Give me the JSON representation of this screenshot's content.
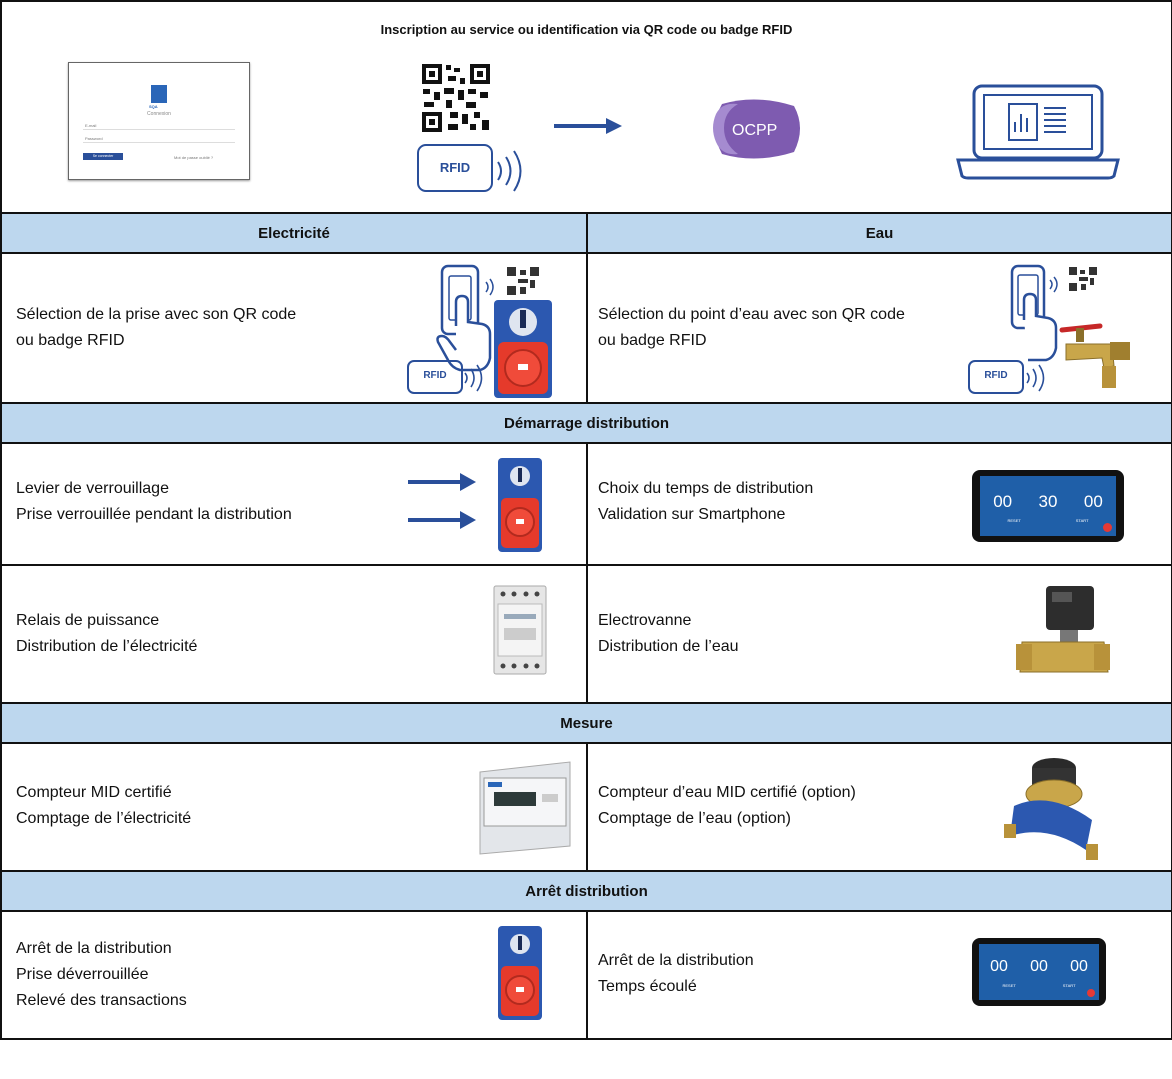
{
  "title": "Inscription au service ou identification via QR code ou badge RFID",
  "login_card": {
    "brand": "SQA",
    "heading": "Connexion",
    "email_label": "E-mail",
    "password_label": "Password",
    "button": "Se connecter",
    "forgot": "Mot de passe oublié ?"
  },
  "rfid_label": "RFID",
  "ocpp_label": "OCPP",
  "columns": {
    "electricity": "Electricité",
    "water": "Eau"
  },
  "selection": {
    "electricity": [
      "Sélection de la prise avec son QR code",
      "ou badge RFID"
    ],
    "water": [
      "Sélection du point d’eau avec son QR code",
      "ou badge RFID"
    ]
  },
  "sections": {
    "start": "Démarrage distribution",
    "measure": "Mesure",
    "stop": "Arrêt distribution"
  },
  "start_rows": [
    {
      "electricity": [
        "Levier de verrouillage",
        "Prise verrouillée pendant la distribution"
      ],
      "water": [
        "Choix du temps de distribution",
        "Validation sur Smartphone"
      ]
    },
    {
      "electricity": [
        "Relais de puissance",
        "Distribution de l’électricité"
      ],
      "water": [
        "Electrovanne",
        "Distribution de l’eau"
      ]
    }
  ],
  "measure_row": {
    "electricity": [
      "Compteur MID certifié",
      "Comptage de l’électricité"
    ],
    "water": [
      "Compteur d’eau MID certifié (option)",
      "Comptage de l’eau (option)"
    ]
  },
  "stop_row": {
    "electricity": [
      "Arrêt de la distribution",
      "Prise déverrouillée",
      "Relevé des transactions"
    ],
    "water": [
      "Arrêt de la distribution",
      "Temps écoulé"
    ]
  },
  "phone_timer_1": {
    "h": "00",
    "m": "30",
    "s": "00",
    "reset": "RESET",
    "start": "START"
  },
  "phone_timer_2": {
    "h": "00",
    "m": "00",
    "s": "00",
    "reset": "RESET",
    "start": "START"
  },
  "colors": {
    "header_bg": "#bdd7ee",
    "accent": "#2a4f9a",
    "ocpp": "#7e5bb0",
    "socket_red": "#e53a2b",
    "socket_blue": "#2c58b0"
  }
}
